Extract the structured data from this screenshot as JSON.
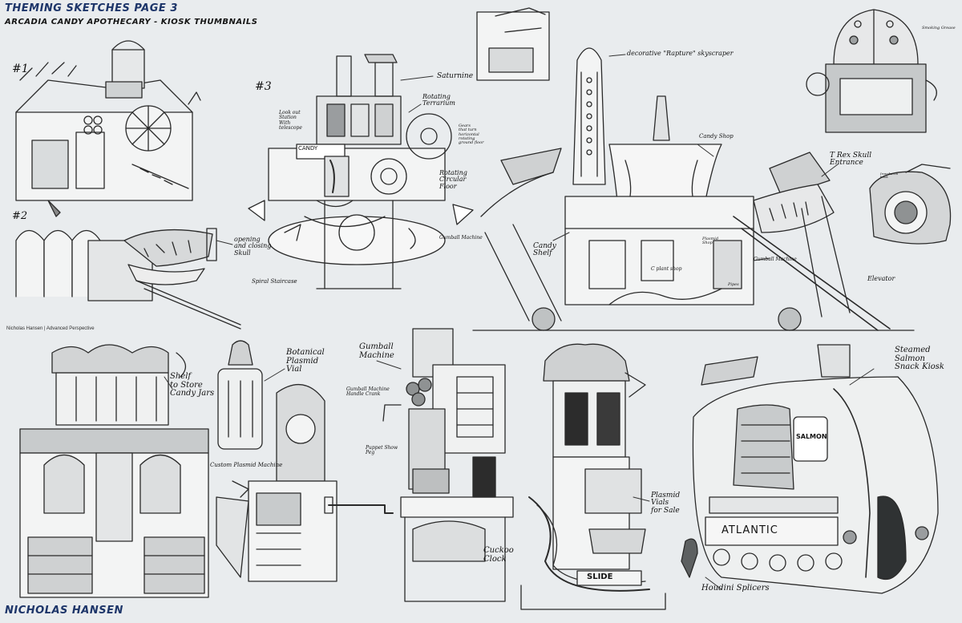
{
  "header": {
    "title": "THEMING SKETCHES PAGE 3",
    "subtitle": "ARCADIA CANDY APOTHECARY - KIOSK THUMBNAILS"
  },
  "footer": {
    "author": "NICHOLAS HANSEN",
    "credit": "Nicholas Hansen | Advanced Perspective"
  },
  "thumbnails": {
    "label_1": "#1",
    "label_2": "#2",
    "label_3": "#3",
    "skull_note": "opening\nand closing\nSkull"
  },
  "concept3": {
    "saturnine": "Saturnine",
    "rotating_terrarium": "Rotating\nTerrarium",
    "look_out": "Look out\nStation\nWith\ntelescope",
    "candy_sign": "CANDY",
    "gears_note": "Gears\nthat turn\nhorizontal\nrotating\nground floor",
    "rotating_floor": "Rotating\nCircular\nFloor",
    "gumball_machine": "Gumball Machine",
    "spiral_staircase": "Spiral Staircase"
  },
  "main_kiosk": {
    "skyscraper": "decorative \"Rapture\" skyscraper",
    "candy_shop": "Candy Shop",
    "trex_entrance": "T Rex Skull\nEntrance",
    "candy_shelf": "Candy\nShelf",
    "plasmid_shop": "Plasmid\nShop",
    "gumball_machine": "Gumball Machine",
    "elevator": "Elevator",
    "pipes": "Pipes",
    "cplant_shop": "C plant shop",
    "smoking_grease": "Smoking Grease",
    "small_note": "Ironsharon\nhook"
  },
  "bottom": {
    "shelf_note": "Shelf\nto Store\nCandy Jars",
    "botanical": "Botanical\nPlasmid\nVial",
    "custom_plasmid": "Custom Plasmid Machine",
    "gumball": "Gumball\nMachine",
    "gumball_handle": "Gumball Machine\nHandle Crank",
    "puppet_show": "Puppet Show\nPeg",
    "cuckoo": "Cuckoo\nClock",
    "plasmid_vials": "Plasmid\nVials\nfor Sale",
    "slide_sign": "SLIDE",
    "houdini": "Houdini Splicers",
    "salmon_kiosk": "Steamed\nSalmon\nSnack Kiosk",
    "salmon_sign": "SALMON",
    "atlantic": "ATLANTIC"
  }
}
